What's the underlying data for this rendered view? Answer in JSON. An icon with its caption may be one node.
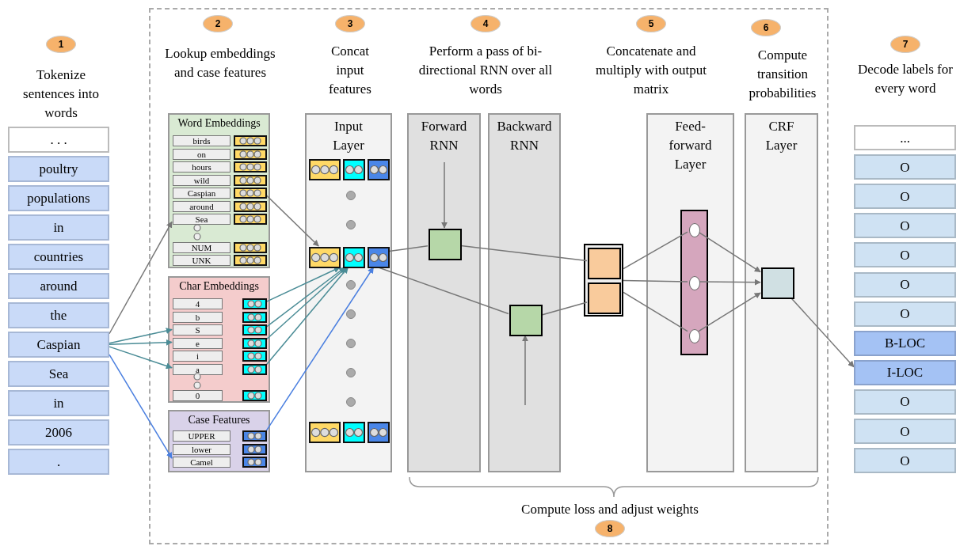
{
  "diagram": {
    "nodes": [
      {
        "text": [
          "1"
        ],
        "beside": [
          "Tokenize sentences into words"
        ]
      },
      {
        "text": [
          "2"
        ],
        "beside": [
          "Lookup embeddings and case features"
        ]
      },
      {
        "text": [
          "3"
        ],
        "beside": [
          "Concat input features"
        ]
      },
      {
        "text": [
          "4"
        ],
        "beside": [
          "Perform a pass of bi-directional RNN over all words"
        ]
      },
      {
        "text": [
          "5"
        ],
        "beside": [
          "Concatenate and multiply with output matrix"
        ]
      },
      {
        "text": [
          "6"
        ],
        "beside": [
          "Compute transition probabilities"
        ]
      },
      {
        "text": [
          "7"
        ],
        "beside": [
          "Decode labels for every word"
        ]
      },
      {
        "text": [
          ". . ."
        ]
      },
      {
        "text": [
          "poultry"
        ]
      },
      {
        "text": [
          "populations"
        ]
      },
      {
        "text": [
          "in"
        ]
      },
      {
        "text": [
          "countries"
        ]
      },
      {
        "text": [
          "around"
        ]
      },
      {
        "text": [
          "the"
        ]
      },
      {
        "text": [
          "Caspian"
        ]
      },
      {
        "text": [
          "Sea"
        ]
      },
      {
        "text": [
          "in"
        ]
      },
      {
        "text": [
          "2006"
        ]
      },
      {
        "text": [
          "."
        ]
      },
      {
        "text": [
          "Word Embeddings"
        ]
      },
      {
        "text": [
          "birds"
        ],
        "in": 19
      },
      {
        "text": [
          "on"
        ],
        "in": 19
      },
      {
        "text": [
          "hours"
        ],
        "in": 19
      },
      {
        "text": [
          "wild"
        ],
        "in": 19
      },
      {
        "text": [
          "Caspian"
        ],
        "in": 19
      },
      {
        "text": [
          "around"
        ],
        "in": 19
      },
      {
        "text": [
          "Sea"
        ],
        "in": 19
      },
      {
        "text": [
          "NUM"
        ],
        "in": 19
      },
      {
        "text": [
          "UNK"
        ],
        "in": 19
      },
      {
        "text": [
          "Char Embeddings"
        ]
      },
      {
        "text": [
          "4"
        ],
        "in": 29
      },
      {
        "text": [
          "b"
        ],
        "in": 29
      },
      {
        "text": [
          "S"
        ],
        "in": 29
      },
      {
        "text": [
          "e"
        ],
        "in": 29
      },
      {
        "text": [
          "i"
        ],
        "in": 29
      },
      {
        "text": [
          "a"
        ],
        "in": 29
      },
      {
        "text": [
          "0"
        ],
        "in": 29
      },
      {
        "text": [
          "Case Features"
        ]
      },
      {
        "text": [
          "UPPER"
        ],
        "in": 37
      },
      {
        "text": [
          "lower"
        ],
        "in": 37
      },
      {
        "text": [
          "Camel"
        ],
        "in": 37
      },
      {
        "text": [
          "Input Layer"
        ]
      },
      {
        "text": [],
        "shape": "box",
        "in": 41
      },
      {
        "text": [],
        "shape": "box",
        "in": 41
      },
      {
        "text": [],
        "shape": "box",
        "in": 41
      },
      {
        "text": [
          "Forward RNN"
        ]
      },
      {
        "text": [],
        "shape": "box",
        "in": 45
      },
      {
        "text": [
          "Backward RNN"
        ]
      },
      {
        "text": [],
        "shape": "box",
        "in": 47
      },
      {
        "text": [],
        "shape": "box"
      },
      {
        "text": [],
        "shape": "box",
        "in": 49
      },
      {
        "text": [],
        "shape": "box",
        "in": 49
      },
      {
        "text": [
          "Feed-forward Layer"
        ]
      },
      {
        "text": [],
        "shape": "bar",
        "in": 52
      },
      {
        "text": [],
        "shape": "circle",
        "in": 53
      },
      {
        "text": [],
        "shape": "circle",
        "in": 53
      },
      {
        "text": [],
        "shape": "circle",
        "in": 53
      },
      {
        "text": [
          "CRF Layer"
        ]
      },
      {
        "text": [],
        "shape": "box",
        "in": 57
      },
      {
        "text": [
          "..."
        ]
      },
      {
        "text": [
          "O"
        ]
      },
      {
        "text": [
          "O"
        ]
      },
      {
        "text": [
          "O"
        ]
      },
      {
        "text": [
          "O"
        ]
      },
      {
        "text": [
          "O"
        ]
      },
      {
        "text": [
          "O"
        ]
      },
      {
        "text": [
          "B-LOC"
        ]
      },
      {
        "text": [
          "I-LOC"
        ]
      },
      {
        "text": [
          "O"
        ]
      },
      {
        "text": [
          "O"
        ]
      },
      {
        "text": [
          "O"
        ]
      },
      {
        "text": [
          "8"
        ],
        "beside": [
          "Compute loss and adjust weights"
        ]
      }
    ],
    "edges": [
      {
        "from": 14,
        "to": 26,
        "arrow": "to"
      },
      {
        "from": 14,
        "to": 32,
        "arrow": "to",
        "color": "#4a8c96"
      },
      {
        "from": 14,
        "to": 33,
        "arrow": "to",
        "color": "#4a8c96"
      },
      {
        "from": 14,
        "to": 35,
        "arrow": "to",
        "color": "#4a8c96"
      },
      {
        "from": 14,
        "to": 40,
        "arrow": "to",
        "color": "#4a7fe0"
      },
      {
        "from": 24,
        "to": 43,
        "arrow": "to"
      },
      {
        "from": 30,
        "to": 43,
        "arrow": "to",
        "color": "#4a8c96"
      },
      {
        "from": 32,
        "to": 43,
        "arrow": "to",
        "color": "#4a8c96"
      },
      {
        "from": 33,
        "to": 43,
        "arrow": "to",
        "color": "#4a8c96"
      },
      {
        "from": 35,
        "to": 43,
        "arrow": "to",
        "color": "#4a8c96"
      },
      {
        "from": 38,
        "to": 43,
        "arrow": "to",
        "color": "#4a7fe0"
      },
      {
        "from": 43,
        "to": 46,
        "arrow": "none"
      },
      {
        "from": 43,
        "to": 48,
        "arrow": "none"
      },
      {
        "from": null,
        "to": 46,
        "arrow": "to"
      },
      {
        "from": null,
        "to": 48,
        "arrow": "to"
      },
      {
        "from": 46,
        "to": 50,
        "arrow": "none"
      },
      {
        "from": 48,
        "to": 51,
        "arrow": "none"
      },
      {
        "from": 49,
        "to": 54,
        "arrow": "none"
      },
      {
        "from": 49,
        "to": 55,
        "arrow": "none"
      },
      {
        "from": 49,
        "to": 56,
        "arrow": "none"
      },
      {
        "from": 54,
        "to": 58,
        "arrow": "to"
      },
      {
        "from": 55,
        "to": 58,
        "arrow": "to"
      },
      {
        "from": 56,
        "to": 58,
        "arrow": "to"
      },
      {
        "from": 58,
        "to": 67,
        "arrow": "to"
      }
    ]
  }
}
